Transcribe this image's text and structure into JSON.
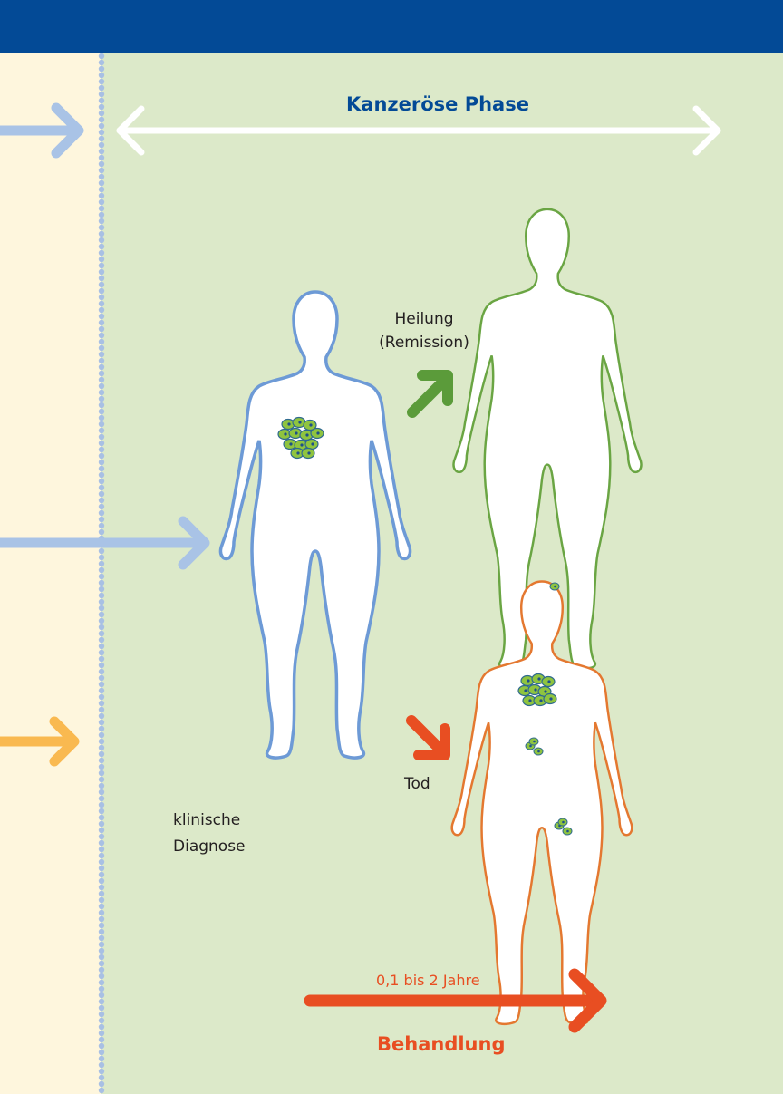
{
  "colors": {
    "header": "#034a96",
    "left_panel": "#fef6dd",
    "right_panel": "#dce9c9",
    "divider_dots": "#a8c0e4",
    "arrow_blue": "#a9c3e6",
    "arrow_orange": "#f9b950",
    "arrow_green": "#5b9b3a",
    "arrow_red": "#e84e22",
    "title_blue": "#034a96",
    "body_blue": "#6d9ad6",
    "body_green": "#6aa543",
    "body_orange": "#e47830",
    "tumor": "#8fc43f"
  },
  "phase": {
    "title": "Kanzeröse Phase"
  },
  "outcomes": {
    "remission_line1": "Heilung",
    "remission_line2": "(Remission)",
    "death": "Tod"
  },
  "diagnosis": {
    "line1": "klinische",
    "line2": "Diagnose"
  },
  "treatment": {
    "duration": "0,1 bis 2 Jahre",
    "label": "Behandlung"
  },
  "icons": [
    "double-arrow-icon",
    "right-arrow-icon",
    "up-right-arrow-icon",
    "down-right-arrow-icon",
    "body-silhouette-icon",
    "tumor-cluster-icon"
  ]
}
